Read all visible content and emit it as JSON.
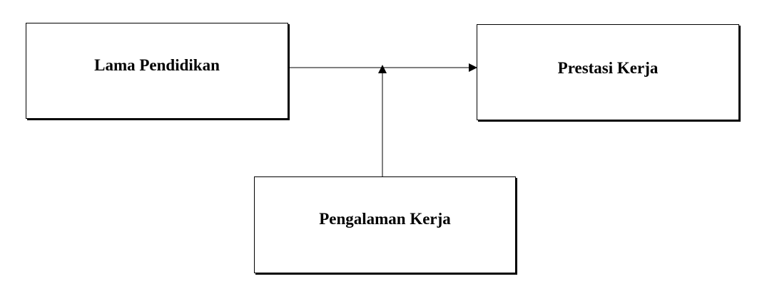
{
  "diagram": {
    "nodes": {
      "lama_pendidikan": {
        "label": "Lama Pendidikan"
      },
      "prestasi_kerja": {
        "label": "Prestasi Kerja"
      },
      "pengalaman_kerja": {
        "label": "Pengalaman Kerja"
      }
    },
    "edges": [
      {
        "from": "lama_pendidikan",
        "to": "prestasi_kerja",
        "type": "arrow"
      },
      {
        "from": "pengalaman_kerja",
        "to": "lama_pendidikan->prestasi_kerja",
        "type": "moderating-arrow"
      }
    ],
    "colors": {
      "stroke": "#000000",
      "background": "#ffffff"
    }
  }
}
